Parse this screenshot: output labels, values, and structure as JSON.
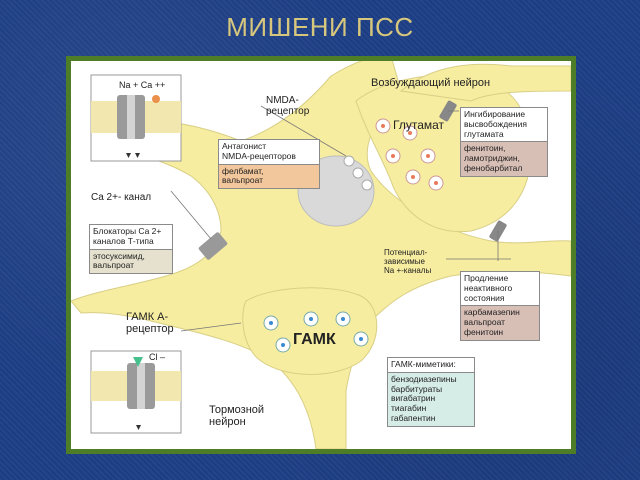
{
  "title": "МИШЕНИ ПСС",
  "labels": {
    "excitatory_neuron": "Возбуждающий нейрон",
    "nmda_receptor": "NMDA-\nрецептор",
    "ca_channel": "Ca 2+- канал",
    "glutamate": "Глутамат",
    "voltage_gated": "Потенциал-\nзависимые\nNa +-каналы",
    "gaba_receptor": "ГАМК А-\nрецептор",
    "gaba": "ГАМК",
    "inhibitory_neuron": "Тормозной\nнейрон",
    "na_ca_ions": "Na + Ca ++",
    "cl_ion": "Cl –"
  },
  "boxes": {
    "nmda": {
      "head": "Антагонист\nNMDA-рецепторов",
      "drugs": "фелбамат,\nвальпроат"
    },
    "ca_blockers": {
      "head": "Блокаторы Ca 2+\nканалов Т-типа",
      "drugs": "этосуксимид,\nвальпроат"
    },
    "glutamate_release": {
      "head": "Ингибирование\nвысвобождения\nглутамата",
      "drugs": "фенитоин,\nламотриджин,\nфенобарбитал"
    },
    "inactivation": {
      "head": "Продление\nнеактивного\nсостояния",
      "drugs": "карбамазепин\nвальпроат\nфенитоин"
    },
    "gaba_mimetics": {
      "head": "ГАМК-миметики:",
      "drugs": "бензодиазепины\nбарбитураты\nвигабатрин\nтиагабин\nгабапентин"
    }
  },
  "colors": {
    "background": "#1e3f86",
    "title": "#d7c77d",
    "frame": "#4d7e27",
    "neuron": "#f7eda0"
  }
}
